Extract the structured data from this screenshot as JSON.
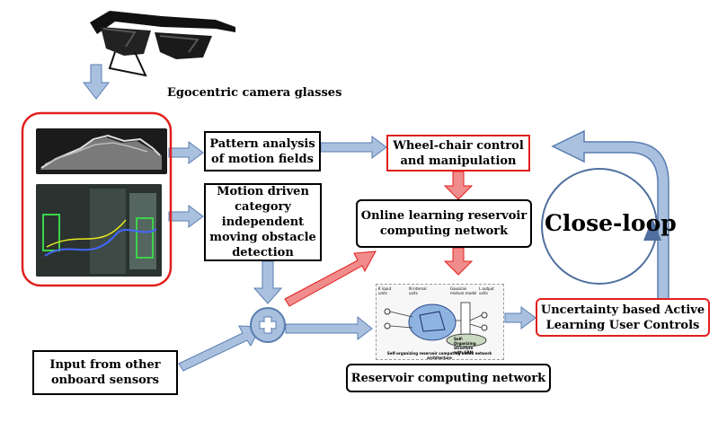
{
  "camera": {
    "caption": "Egocentric camera glasses"
  },
  "boxes": {
    "pattern_analysis": "Pattern analysis of motion fields",
    "motion_detection": "Motion driven category independent moving obstacle detection",
    "wheelchair": "Wheel-chair control and manipulation",
    "online_learning": "Online learning reservoir computing network",
    "input_sensors": "Input from other onboard sensors",
    "reservoir_network": "Reservoir computing network",
    "uncertainty": "Uncertainty based Active Learning User Controls"
  },
  "loop": {
    "label": "Close-loop"
  },
  "thumbnail": {
    "k_input": "K input units",
    "n_internal": "N internal units",
    "gaussian": "Gaussian mixture model",
    "l_output": "L output units",
    "self_org": "Self-Organizing Structure with GRN",
    "caption": "Self-organizing reservoir computing based network architecture"
  },
  "colors": {
    "blue_arrow": "#a9c1df",
    "blue_edge": "#5a7db0",
    "red_arrow": "#f08c8c",
    "red_edge": "#e0201e"
  }
}
